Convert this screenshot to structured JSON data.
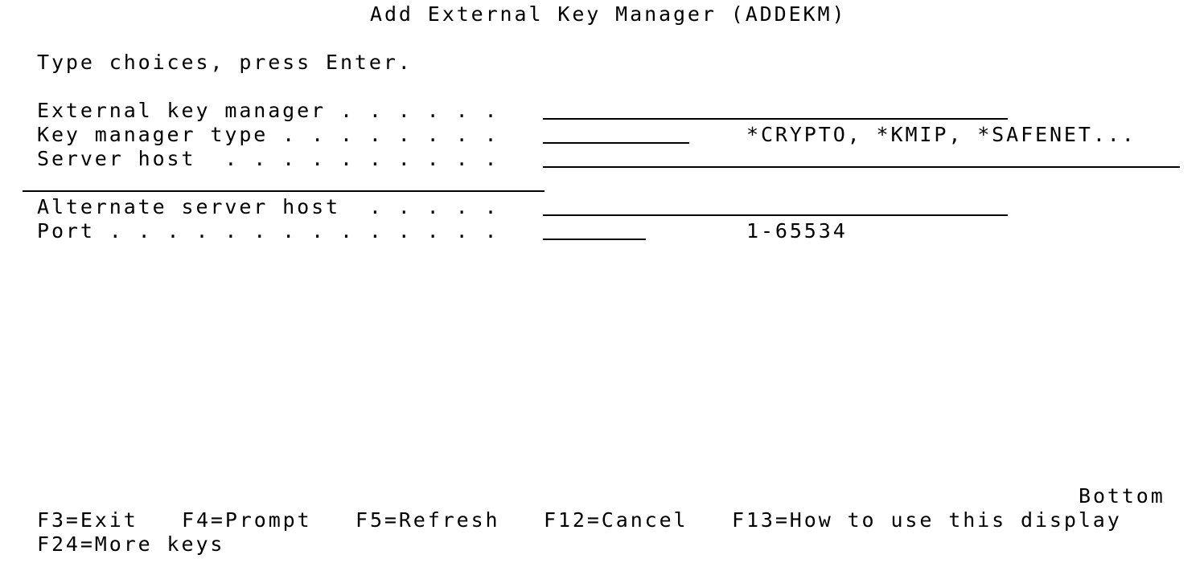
{
  "screen": {
    "title": "Add External Key Manager (ADDEKM)",
    "instruction": "Type choices, press Enter.",
    "position_indicator": "Bottom"
  },
  "fields": [
    {
      "label": "External key manager . . . . . .",
      "value": "",
      "hint": ""
    },
    {
      "label": "Key manager type . . . . . . . .",
      "value": "",
      "hint": "*CRYPTO, *KMIP, *SAFENET..."
    },
    {
      "label": "Server host  . . . . . . . . . .",
      "value": "",
      "hint": ""
    },
    {
      "label": "Alternate server host  . . . . .",
      "value": "",
      "hint": ""
    },
    {
      "label": "Port . . . . . . . . . . . . . .",
      "value": "",
      "hint": "1-65534"
    }
  ],
  "function_keys": {
    "row1": [
      {
        "key": "F3",
        "label": "F3=Exit"
      },
      {
        "key": "F4",
        "label": "F4=Prompt"
      },
      {
        "key": "F5",
        "label": "F5=Refresh"
      },
      {
        "key": "F12",
        "label": "F12=Cancel"
      },
      {
        "key": "F13",
        "label": "F13=How to use this display"
      }
    ],
    "row2": [
      {
        "key": "F24",
        "label": "F24=More keys"
      }
    ]
  }
}
